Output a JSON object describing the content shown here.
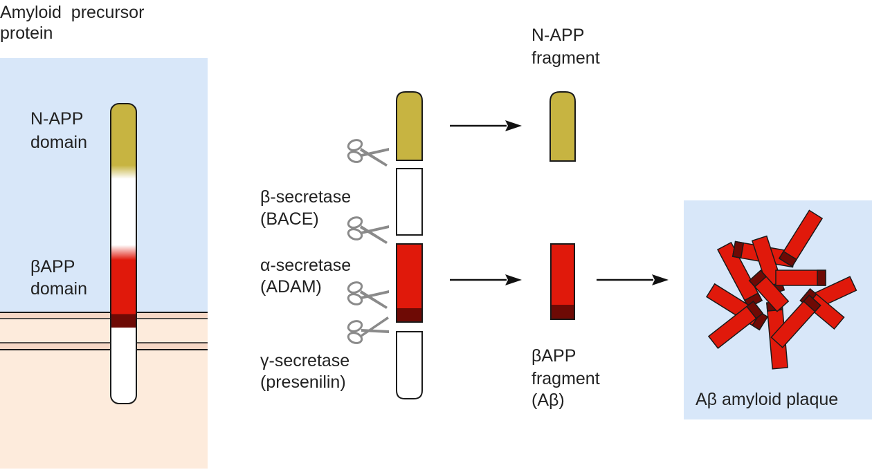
{
  "labels": {
    "precursor_line1": "Amyloid  precursor",
    "precursor_line2": "protein",
    "napp_domain_line1": "N-APP",
    "napp_domain_line2": "domain",
    "bapp_domain_line1": "βAPP",
    "bapp_domain_line2": "domain",
    "beta_secretase_line1": "β-secretase",
    "beta_secretase_line2": "(BACE)",
    "alpha_secretase_line1": "α-secretase",
    "alpha_secretase_line2": "(ADAM)",
    "gamma_secretase_line1": "γ-secretase",
    "gamma_secretase_line2": "(presenilin)",
    "napp_fragment_line1": "N-APP",
    "napp_fragment_line2": "fragment",
    "bapp_fragment_line1": "βAPP",
    "bapp_fragment_line2": "fragment",
    "bapp_fragment_line3": "(Aβ)",
    "plaque_label": "Aβ amyloid plaque"
  },
  "colors": {
    "extracellular": "#d8e7f9",
    "cytoplasm": "#fdebdc",
    "membrane_line": "#1a1a1a",
    "membrane_band": "#f6d8c6",
    "napp_olive": "#c7b441",
    "abeta_red": "#e0190b",
    "abeta_dark": "#6e0a05",
    "scissors": "#8a8a8a",
    "arrow": "#111111"
  },
  "icons": {
    "scissors": "scissors-icon",
    "arrow": "arrow-right-icon"
  }
}
